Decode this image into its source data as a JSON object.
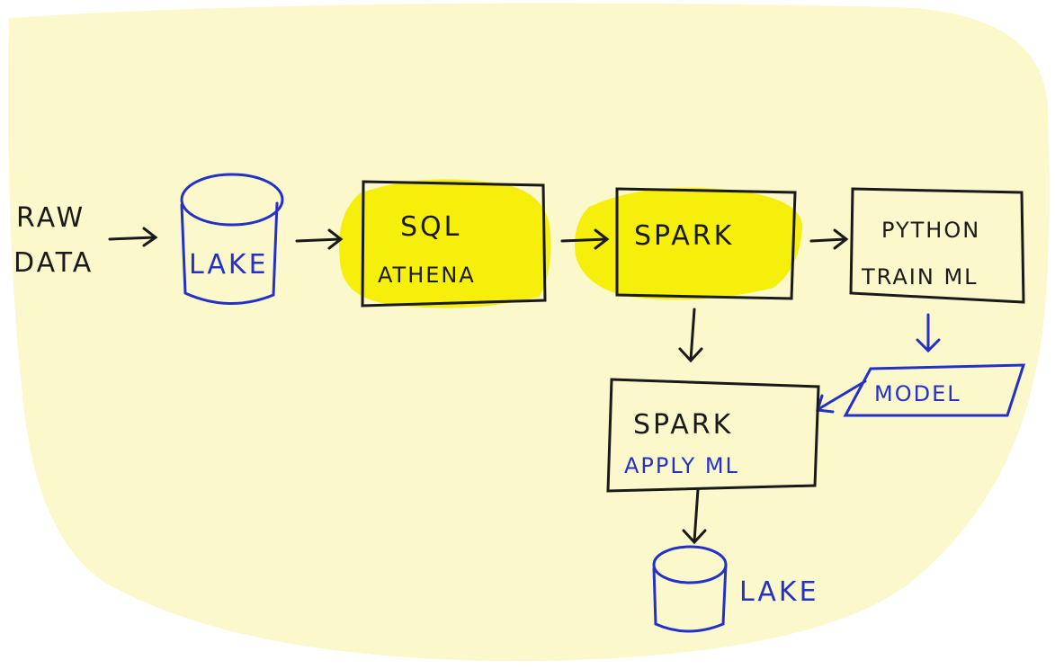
{
  "raw_data": {
    "line1": "RAW",
    "line2": "DATA"
  },
  "lake_1": {
    "label": "LAKE"
  },
  "sql_box": {
    "line1": "SQL",
    "line2": "ATHENA"
  },
  "spark_box": {
    "label": "SPARK"
  },
  "python_box": {
    "line1": "PYTHON",
    "line2": "TRAIN ML"
  },
  "model": {
    "label": "MODEL"
  },
  "spark_apply_box": {
    "line1": "SPARK",
    "line2": "APPLY ML"
  },
  "lake_2": {
    "label": "LAKE"
  },
  "colors": {
    "background_blob": "#fbf9cc",
    "highlight": "#f6ee00",
    "ink_black": "#1a1a1a",
    "ink_blue": "#2430c8"
  }
}
